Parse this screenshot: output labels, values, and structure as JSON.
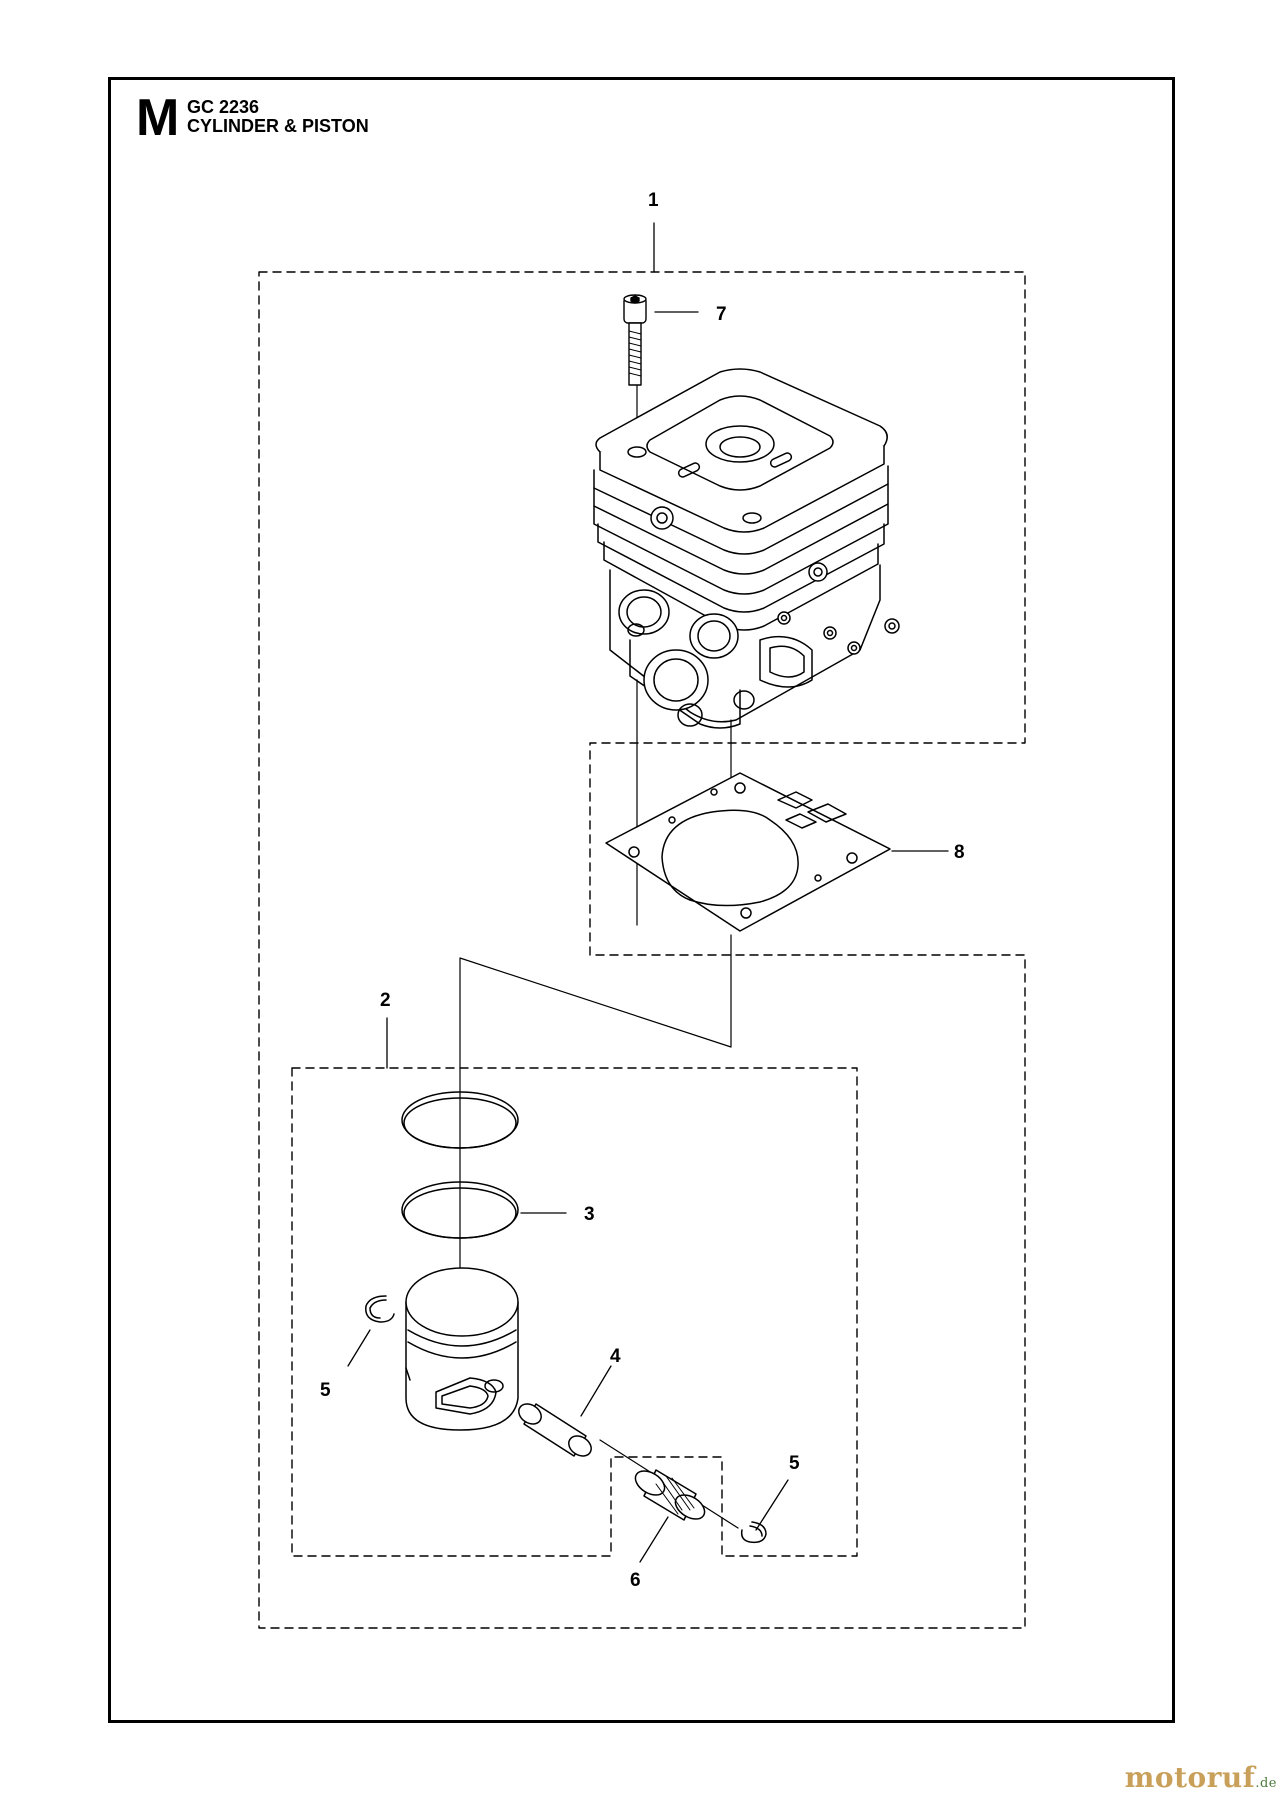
{
  "header": {
    "section_letter": "M",
    "model": "GC 2236",
    "title": "CYLINDER & PISTON"
  },
  "callouts": {
    "c1": "1",
    "c2": "2",
    "c3": "3",
    "c4": "4",
    "c5a": "5",
    "c5b": "5",
    "c6": "6",
    "c7": "7",
    "c8": "8"
  },
  "watermark": {
    "text": "motoruf",
    "suffix": ".de"
  },
  "colors": {
    "line": "#000000",
    "watermark": "#c9a05a",
    "watermark_suffix": "#4b7a3c"
  }
}
